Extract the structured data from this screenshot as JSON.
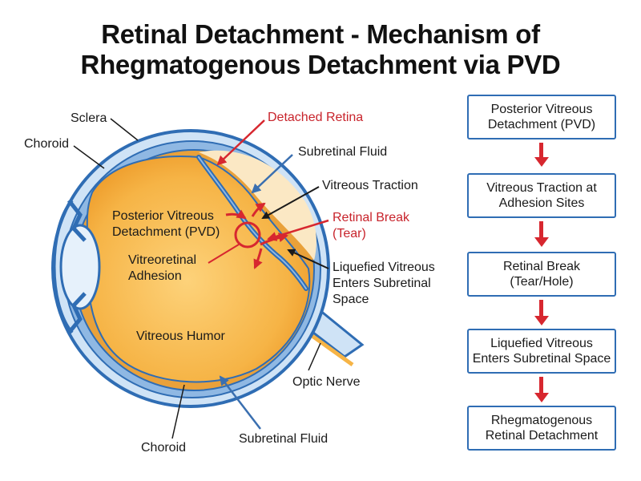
{
  "title": {
    "line1": "Retinal Detachment - Mechanism of",
    "line2": "Rhegmatogenous Detachment via PVD"
  },
  "labels": {
    "sclera": "Sclera",
    "choroid_top": "Choroid",
    "detached_retina": "Detached Retina",
    "subretinal_fluid_top": "Subretinal Fluid",
    "vitreous_traction": "Vitreous Traction",
    "pvd_line1": "Posterior Vitreous",
    "pvd_line2": "Detachment (PVD)",
    "retinal_break_line1": "Retinal Break",
    "retinal_break_line2": "(Tear)",
    "vitreoretinal_line1": "Vitreoretinal",
    "vitreoretinal_line2": "Adhesion",
    "liquefied_line1": "Liquefied Vitreous",
    "liquefied_line2": "Enters Subretinal",
    "liquefied_line3": "Space",
    "vitreous_humor": "Vitreous Humor",
    "optic_nerve": "Optic Nerve",
    "choroid_bottom": "Choroid",
    "subretinal_fluid_bottom": "Subretinal Fluid"
  },
  "flowchart": {
    "step1_line1": "Posterior Vitreous",
    "step1_line2": "Detachment (PVD)",
    "step2_line1": "Vitreous Traction at",
    "step2_line2": "Adhesion Sites",
    "step3_line1": "Retinal Break",
    "step3_line2": "(Tear/Hole)",
    "step4_line1": "Liquefied Vitreous",
    "step4_line2": "Enters Subretinal Space",
    "step5_line1": "Rhegmatogenous",
    "step5_line2": "Retinal Detachment"
  },
  "colors": {
    "accent_red": "#c8232b",
    "sclera_blue": "#2f6db4",
    "vitreous_orange": "#f4a93a",
    "lens_blue": "#cfe3f6",
    "fluid_cream": "#fbe8c4"
  }
}
